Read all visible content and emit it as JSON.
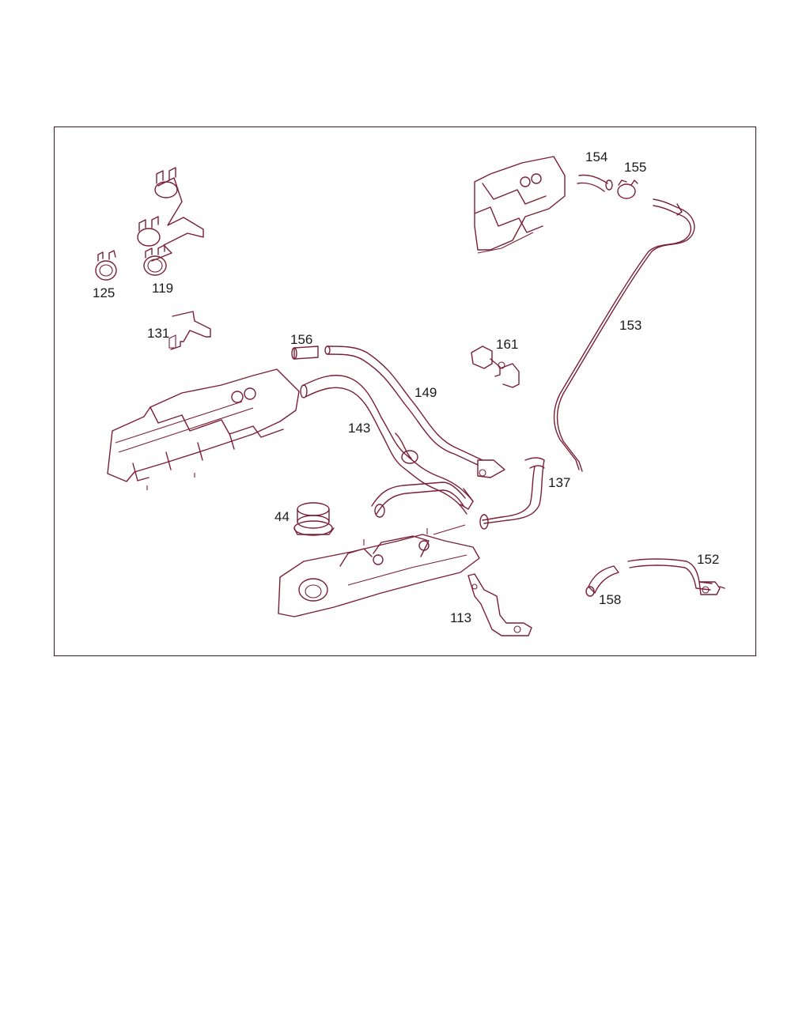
{
  "colors": {
    "line": "#7a1f35",
    "frame": "#3a1a22",
    "label": "#1a1a1a",
    "background": "#ffffff"
  },
  "parts": [
    {
      "id": "p125",
      "label": "125"
    },
    {
      "id": "p119",
      "label": "119"
    },
    {
      "id": "p131",
      "label": "131"
    },
    {
      "id": "p154",
      "label": "154"
    },
    {
      "id": "p155",
      "label": "155"
    },
    {
      "id": "p153",
      "label": "153"
    },
    {
      "id": "p156",
      "label": "156"
    },
    {
      "id": "p161",
      "label": "161"
    },
    {
      "id": "p149",
      "label": "149"
    },
    {
      "id": "p143",
      "label": "143"
    },
    {
      "id": "p137",
      "label": "137"
    },
    {
      "id": "p44",
      "label": "44"
    },
    {
      "id": "p152",
      "label": "152"
    },
    {
      "id": "p158",
      "label": "158"
    },
    {
      "id": "p113",
      "label": "113"
    }
  ]
}
